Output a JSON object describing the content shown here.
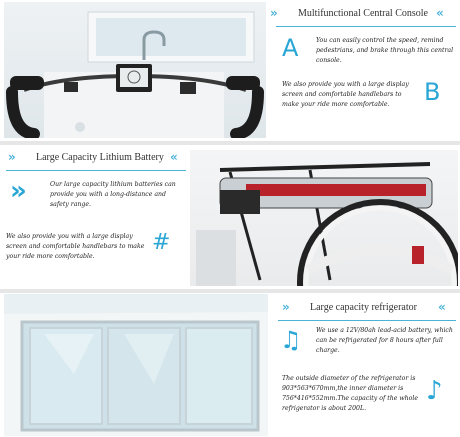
{
  "section1": {
    "title": "Multifunctional Central Console",
    "glyph_a": "A",
    "glyph_b": "B",
    "text_a": "You can easily control the speed, remind pedestrians, and brake through this central console.",
    "text_b": "We also provide you with a large display screen and comfortable handlebars to make your ride more comfortable."
  },
  "section2": {
    "title": "Large Capacity Lithium Battery",
    "glyph_arrow": "»",
    "glyph_hash": "#",
    "text_a": "Our large capacity lithium batteries can provide you with a long-distance and safety range.",
    "text_b": "We also provide you with a large display screen and comfortable handlebars to make your ride more comfortable."
  },
  "section3": {
    "title": "Large capacity refrigerator",
    "glyph_note1": "♫",
    "glyph_note2": "♪",
    "text_a": "We use a 12V/80ah lead-acid battery, which can be refrigerated for 8 hours after full charge.",
    "text_b": "The outside diameter of the refrigerator is 903*563*670mm,the inner diameter is 756*416*552mm.The capacity of the whole refrigerator is about 200L."
  },
  "colors": {
    "accent": "#2aa6d6"
  }
}
